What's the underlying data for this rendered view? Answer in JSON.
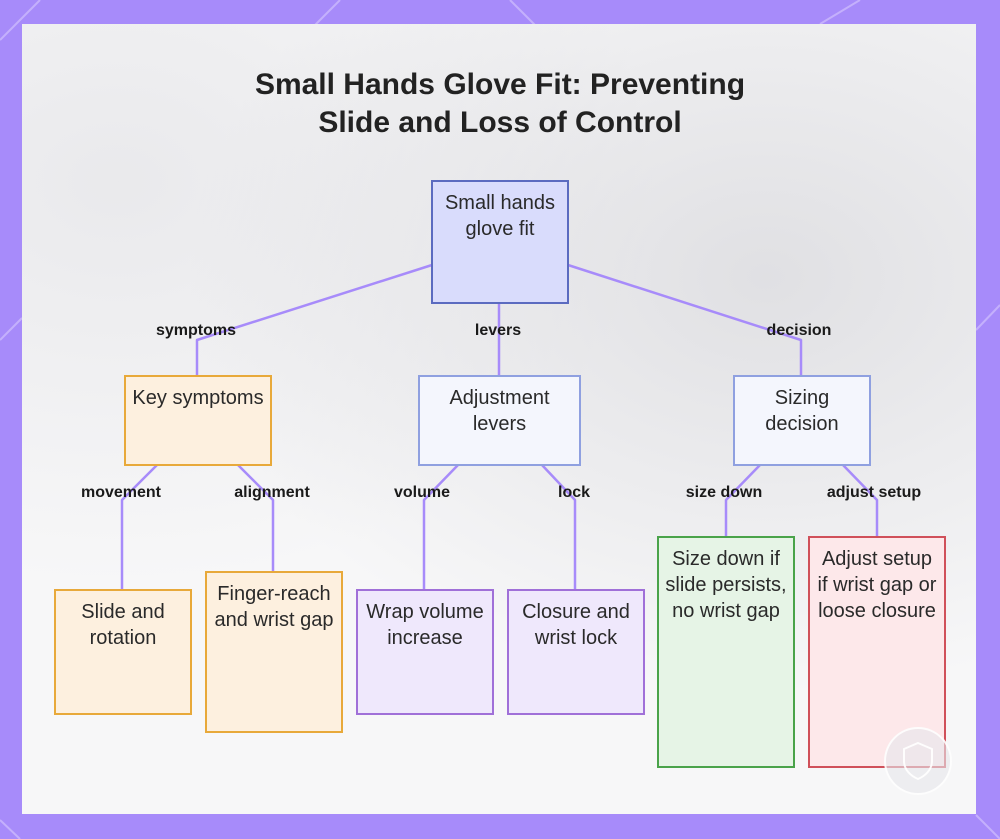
{
  "title": {
    "line1": "Small Hands Glove Fit: Preventing",
    "line2": "Slide and Loss of Control"
  },
  "nodes": {
    "root": "Small hands glove fit",
    "symptoms": "Key symptoms",
    "levers": "Adjustment levers",
    "decision": "Sizing decision",
    "slide": "Slide and rotation",
    "finger": "Finger-reach and wrist gap",
    "wrap": "Wrap volume increase",
    "closure": "Closure and wrist lock",
    "sizedown": "Size down if slide persists, no wrist gap",
    "adjust": "Adjust setup if wrist gap or loose closure"
  },
  "edges": {
    "symptoms": "symptoms",
    "levers": "levers",
    "decision": "decision",
    "movement": "movement",
    "alignment": "alignment",
    "volume": "volume",
    "lock": "lock",
    "size_down": "size down",
    "adjust_setup": "adjust setup"
  },
  "colors": {
    "background": "#a78bfa",
    "connector": "#a78bfa",
    "root_fill": "#d9dcfc",
    "orange_border": "#e8a93a",
    "purple_border": "#a070d8",
    "green_border": "#4aa34a",
    "red_border": "#d0505a"
  }
}
